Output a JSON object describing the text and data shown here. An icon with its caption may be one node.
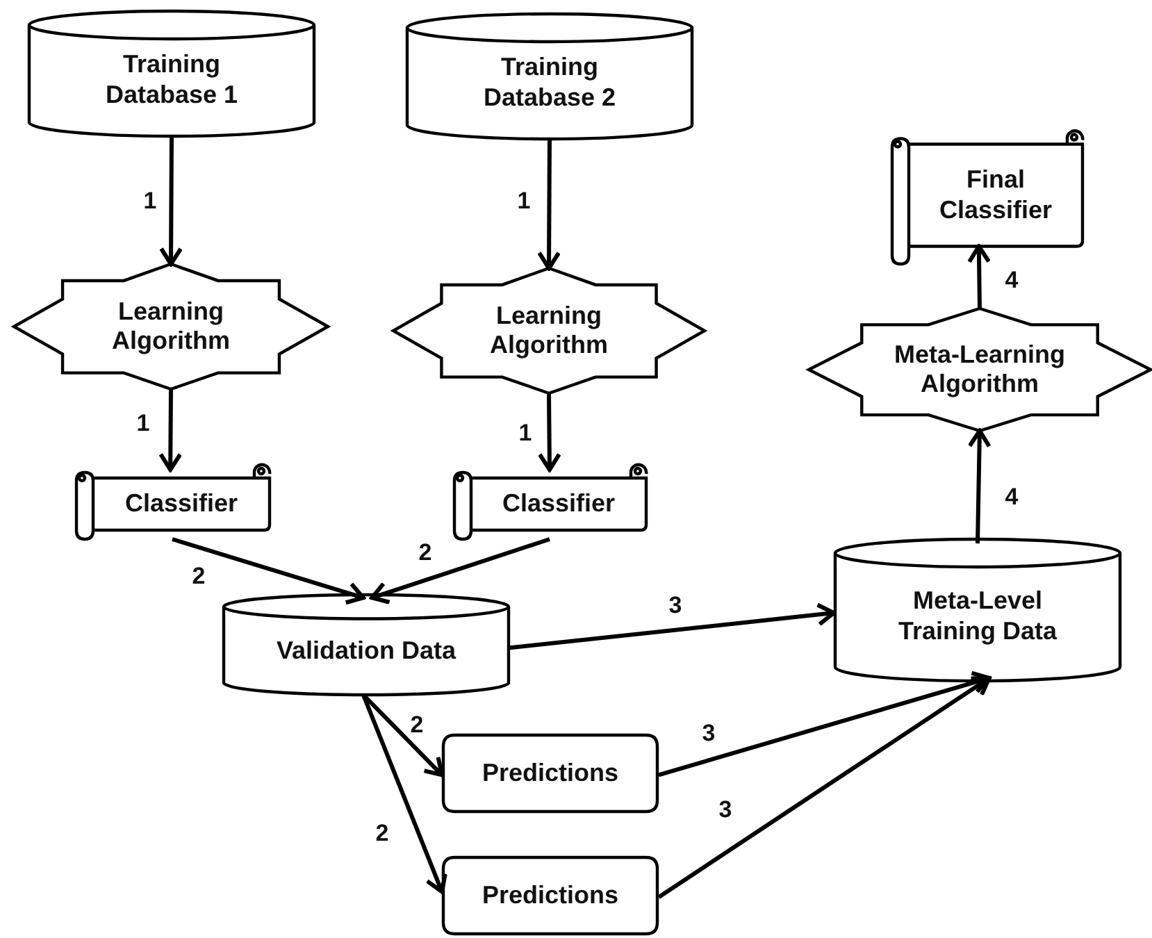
{
  "diagram": {
    "nodes": [
      {
        "text": [
          "Training Database 1"
        ]
      },
      {
        "text": [
          "Training Database 2"
        ]
      },
      {
        "text": [
          "Learning Algorithm"
        ]
      },
      {
        "text": [
          "Learning Algorithm"
        ]
      },
      {
        "text": [
          "Classifier"
        ]
      },
      {
        "text": [
          "Classifier"
        ]
      },
      {
        "text": [
          "Final Classifier"
        ]
      },
      {
        "text": [
          "Meta-Learning Algorithm"
        ]
      },
      {
        "text": [
          "Validation Data"
        ]
      },
      {
        "text": [
          "Meta-Level Training Data"
        ]
      },
      {
        "text": [
          "Predictions"
        ]
      },
      {
        "text": [
          "Predictions"
        ]
      }
    ],
    "edges": [
      {
        "from": 0,
        "to": 2,
        "arrow": "to",
        "label": "1"
      },
      {
        "from": 2,
        "to": 4,
        "arrow": "to",
        "label": "1"
      },
      {
        "from": 1,
        "to": 3,
        "arrow": "to",
        "label": "1"
      },
      {
        "from": 3,
        "to": 5,
        "arrow": "to",
        "label": "1"
      },
      {
        "from": 4,
        "to": 8,
        "arrow": "to",
        "label": "2"
      },
      {
        "from": 5,
        "to": 8,
        "arrow": "to",
        "label": "2"
      },
      {
        "from": 8,
        "to": 9,
        "arrow": "to",
        "label": "3"
      },
      {
        "from": 8,
        "to": 10,
        "arrow": "to",
        "label": "2"
      },
      {
        "from": 8,
        "to": 11,
        "arrow": "to",
        "label": "2"
      },
      {
        "from": 10,
        "to": 9,
        "arrow": "to",
        "label": "3"
      },
      {
        "from": 11,
        "to": 9,
        "arrow": "to",
        "label": "3"
      },
      {
        "from": 9,
        "to": 7,
        "arrow": "to",
        "label": "4"
      },
      {
        "from": 7,
        "to": 6,
        "arrow": "to",
        "label": "4"
      }
    ]
  }
}
